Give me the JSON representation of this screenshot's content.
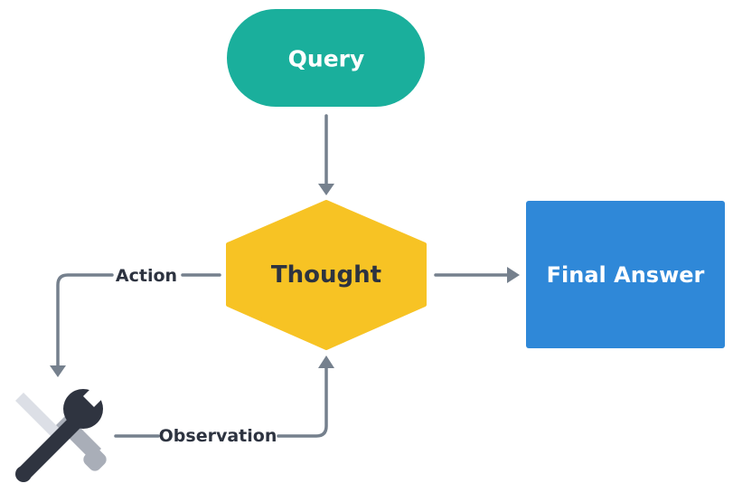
{
  "nodes": {
    "query": {
      "label": "Query",
      "color": "#1aaf9c"
    },
    "thought": {
      "label": "Thought",
      "color": "#f7c324"
    },
    "final_answer": {
      "label": "Final Answer",
      "color": "#2f88d8"
    },
    "tools": {
      "icon": "tools-icon"
    }
  },
  "edges": {
    "action_label": "Action",
    "observation_label": "Observation",
    "color": "#75808d"
  }
}
